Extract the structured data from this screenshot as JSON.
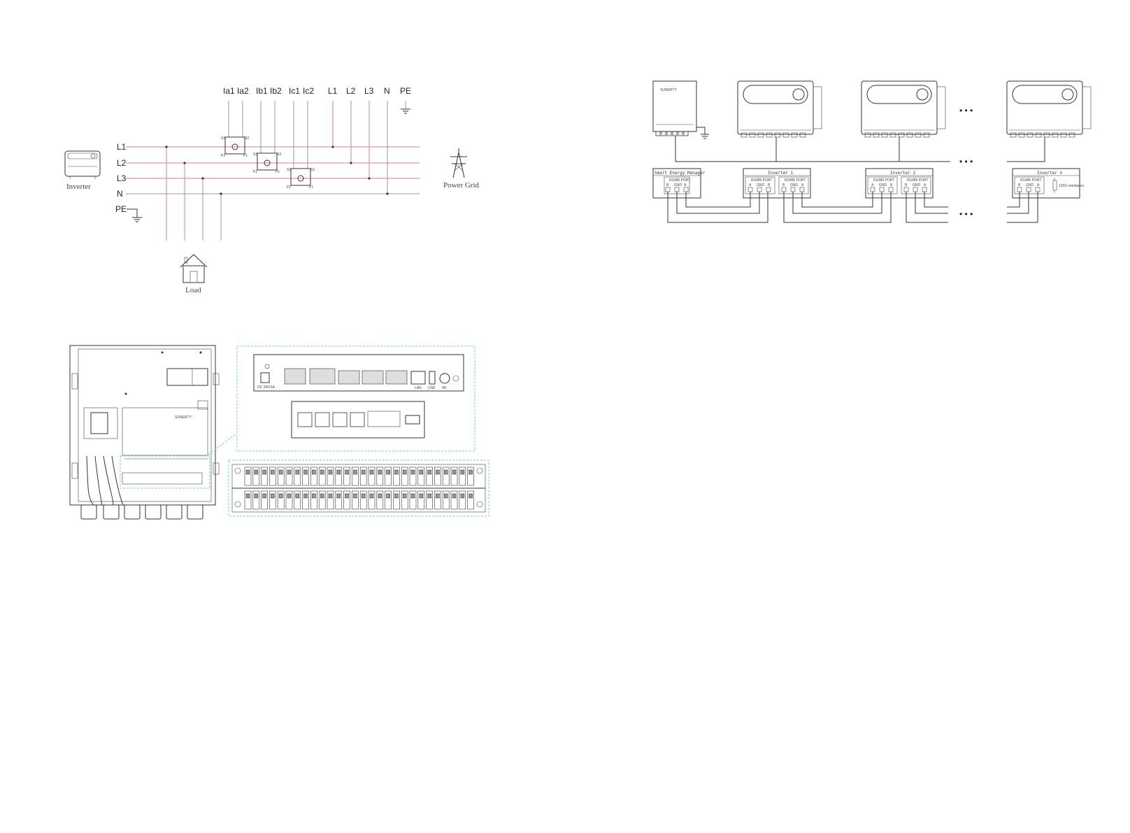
{
  "wiring": {
    "ct_labels": [
      "Ia1",
      "Ia2",
      "Ib1",
      "Ib2",
      "Ic1",
      "Ic2"
    ],
    "grid_labels": [
      "L1",
      "L2",
      "L3",
      "N",
      "PE"
    ],
    "line_labels": [
      "L1",
      "L2",
      "L3",
      "N",
      "PE"
    ],
    "ct_terms": {
      "s1": "S1",
      "s2": "S2",
      "p1": "P1",
      "p2": "P2"
    },
    "inverter_caption": "Inverter",
    "grid_caption": "Power Grid",
    "load_caption": "Load"
  },
  "network": {
    "dots": "• • •",
    "sem_title": "Smart Energy Manager",
    "inverter_titles": [
      "Inverter 1",
      "Inverter 2",
      "Inverter n"
    ],
    "port_label": "RS485 PORT",
    "port_pins_sem": [
      "B",
      "GND",
      "A"
    ],
    "port_pins_a": [
      "A",
      "GND",
      "B"
    ],
    "port_pins_b": [
      "B",
      "GND",
      "A"
    ],
    "resistor_label": "120Ω resistance",
    "brand": "SUNERTY"
  },
  "panel": {
    "io_labels": [
      "DC 24V/1A",
      "LAN",
      "USB",
      "4G"
    ]
  },
  "colors": {
    "phase": "#d98080",
    "frame": "#6ccfe0"
  }
}
